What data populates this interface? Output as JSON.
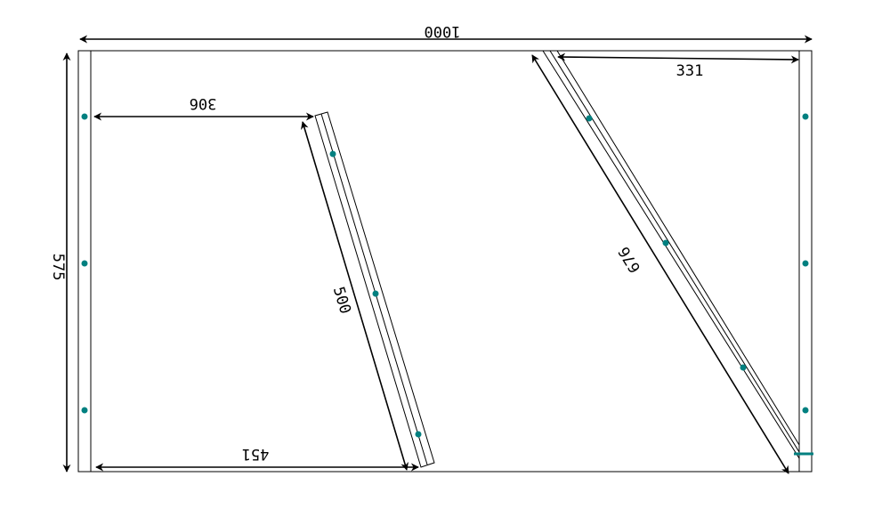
{
  "dimensions": {
    "overall_width": "1000",
    "overall_height": "575",
    "left_gap_top": "306",
    "left_gap_bottom": "451",
    "left_diagonal": "500",
    "right_diagonal": "676",
    "right_gap_top": "331"
  },
  "colors": {
    "line": "#000000",
    "screw": "#008080"
  },
  "icons": {
    "fastener": "teal-dot-icon",
    "hinge": "teal-tab-icon"
  }
}
